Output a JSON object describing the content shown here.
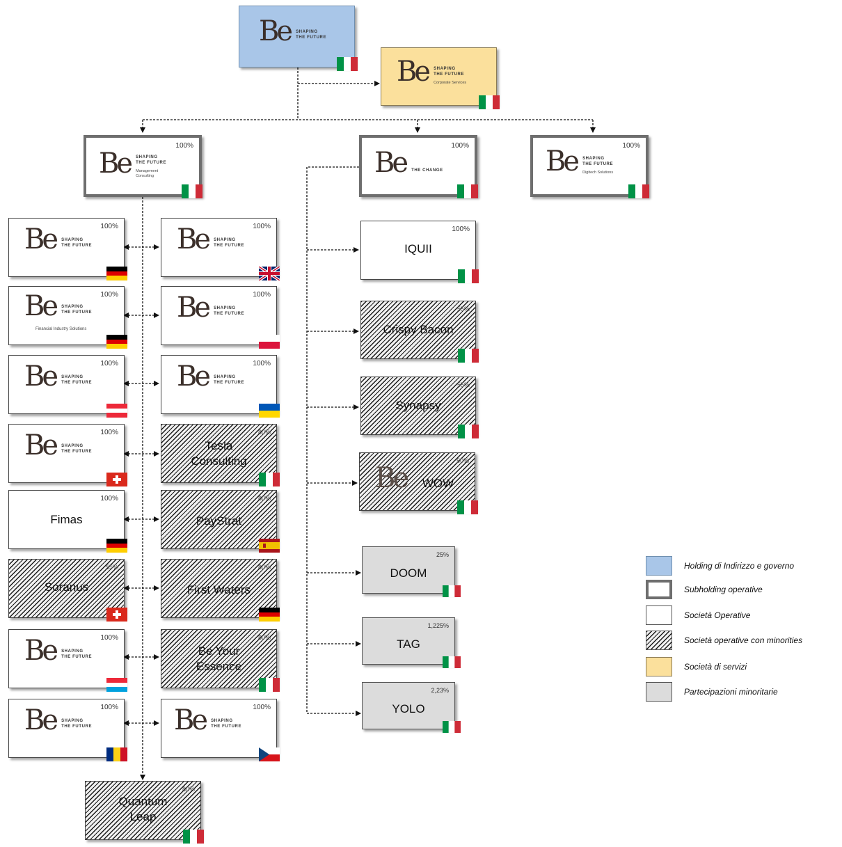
{
  "logo": {
    "be": "Be",
    "tagline_1": "SHAPING",
    "tagline_2": "THE FUTURE"
  },
  "nodes": {
    "holding": {
      "flag": "IT"
    },
    "corporate_services": {
      "subtitle": "Corporate Services",
      "flag": "IT"
    },
    "management_consulting": {
      "pct": "100%",
      "subtitle": "Management Consulting",
      "flag": "IT"
    },
    "be_the_change": {
      "pct": "100%",
      "tagline": "THE CHANGE",
      "flag": "IT"
    },
    "digitech": {
      "pct": "100%",
      "subtitle": "Digitech Solutions",
      "flag": "IT"
    },
    "be_de": {
      "pct": "100%",
      "flag": "DE"
    },
    "be_uk": {
      "pct": "100%",
      "flag": "UK"
    },
    "be_fis": {
      "pct": "100%",
      "subtitle": "Financial Industry Solutions",
      "flag": "DE"
    },
    "be_pl": {
      "pct": "100%",
      "flag": "PL"
    },
    "be_at": {
      "pct": "100%",
      "flag": "AT"
    },
    "be_ua": {
      "pct": "100%",
      "flag": "UA"
    },
    "be_ch": {
      "pct": "100%",
      "flag": "CH"
    },
    "tesla": {
      "pct": "80%",
      "label_1": "Tesla",
      "label_2": "Consulting",
      "flag": "IT"
    },
    "fimas": {
      "pct": "100%",
      "label": "Fimas",
      "flag": "DE"
    },
    "paystrat": {
      "pct": "80%",
      "label": "PayStrat",
      "flag": "ES"
    },
    "soranus": {
      "pct": "55%",
      "label": "Soranus",
      "flag": "CH"
    },
    "first_waters": {
      "pct": "80%",
      "label": "First Waters",
      "flag": "DE"
    },
    "be_lu": {
      "pct": "100%",
      "flag": "LU"
    },
    "be_your_essence": {
      "pct": "80%",
      "label_1": "Be Your",
      "label_2": "Essence",
      "flag": "IT"
    },
    "be_ro": {
      "pct": "100%",
      "flag": "RO"
    },
    "be_cz": {
      "pct": "100%",
      "flag": "CZ"
    },
    "quantum_leap": {
      "pct": "80%",
      "label_1": "Quantum",
      "label_2": "Leap",
      "flag": "IT"
    },
    "iquii": {
      "pct": "100%",
      "label": "IQUII",
      "flag": "IT"
    },
    "crispy_bacon": {
      "pct": "55%",
      "label": "Crispy Bacon",
      "flag": "IT"
    },
    "synapsy": {
      "pct": "55%",
      "label": "Synapsy",
      "flag": "IT"
    },
    "wow": {
      "pct": "50%",
      "label": "WOW",
      "flag": "IT"
    },
    "doom": {
      "pct": "25%",
      "label": "DOOM",
      "flag": "IT"
    },
    "tag": {
      "pct": "1,225%",
      "label": "TAG",
      "flag": "IT"
    },
    "yolo": {
      "pct": "2,23%",
      "label": "YOLO",
      "flag": "IT"
    }
  },
  "legend": [
    {
      "key": "holding",
      "label": "Holding di Indirizzo e governo",
      "color": "#a9c6e8"
    },
    {
      "key": "subholding",
      "label": "Subholding operative",
      "color": "#ffffff"
    },
    {
      "key": "operative",
      "label": "Società Operative",
      "color": "#ffffff"
    },
    {
      "key": "minorities",
      "label": "Società operative con minorities",
      "color": "hatched"
    },
    {
      "key": "services",
      "label": "Società di servizi",
      "color": "#fbe09c"
    },
    {
      "key": "minority_stakes",
      "label": "Partecipazioni minoritarie",
      "color": "#dcdcdc"
    }
  ],
  "colors": {
    "holding": "#a9c6e8",
    "services": "#fbe09c",
    "minority": "#dcdcdc",
    "subholding_border": "#6e6e6e"
  }
}
